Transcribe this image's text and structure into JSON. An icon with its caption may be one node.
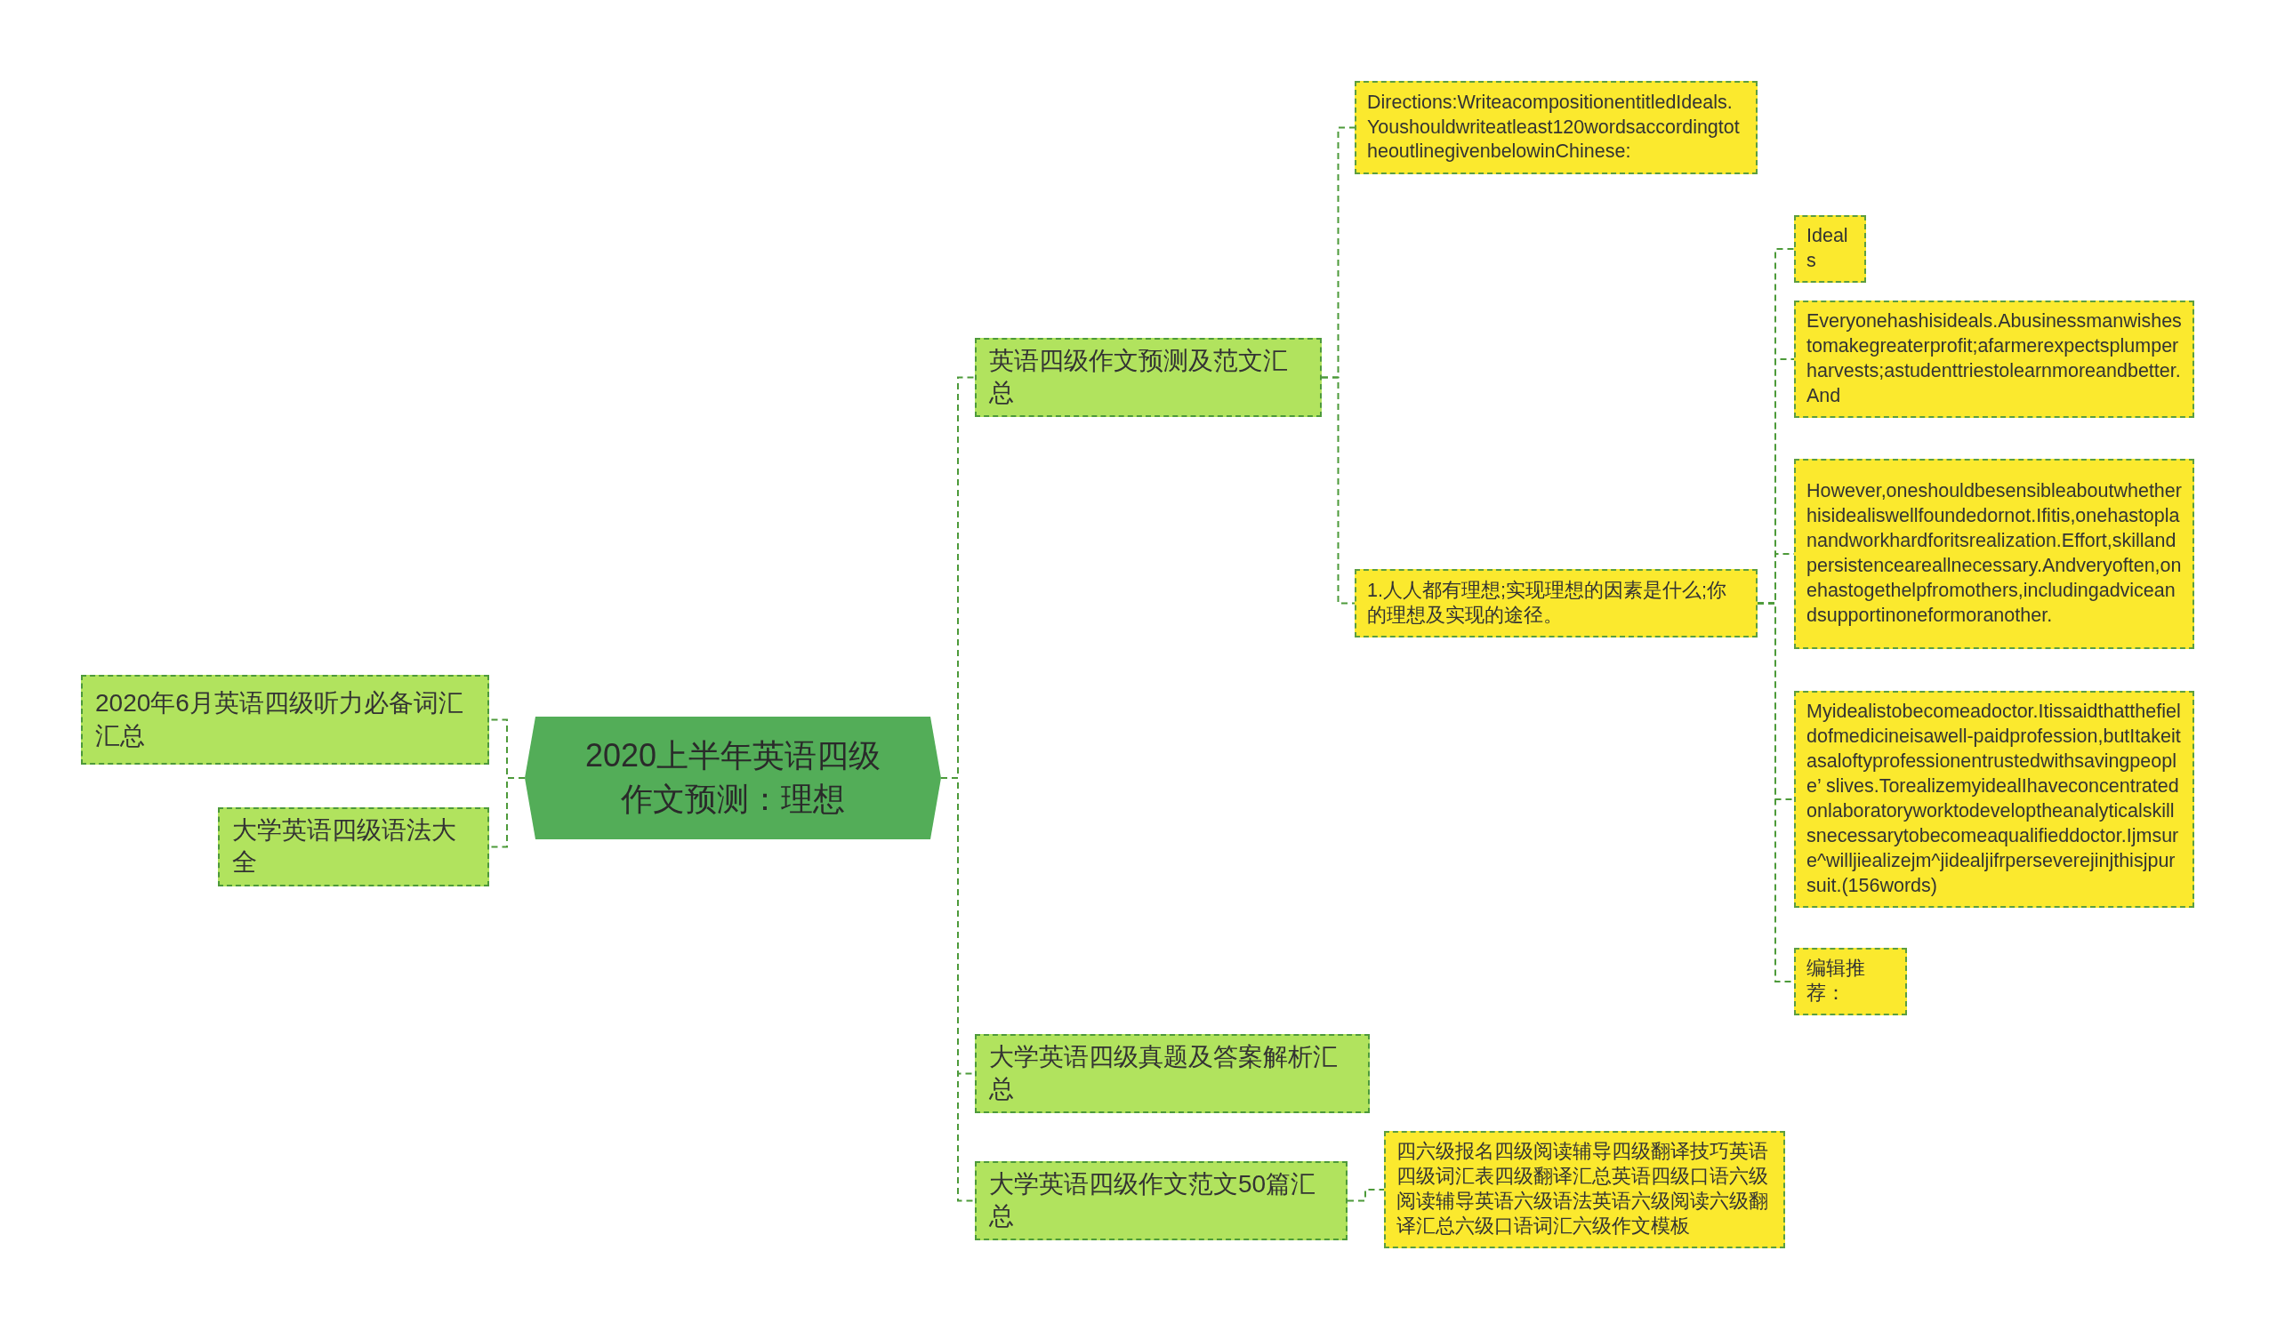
{
  "diagram": {
    "nodes": [
      {
        "text": [
          "2020上半年英语四级作文预测：理想"
        ]
      },
      {
        "text": [
          "2020年6月英语四级听力必备词汇汇总"
        ]
      },
      {
        "text": [
          "大学英语四级语法大全"
        ]
      },
      {
        "text": [
          "英语四级作文预测及范文汇总"
        ]
      },
      {
        "text": [
          "Directions:WriteacompositionentitledIdeals.Youshouldwriteatleast120wordsaccordingtotheoutlinegivenbelowinChinese:"
        ]
      },
      {
        "text": [
          "1.人人都有理想;实现理想的因素是什么;你的理想及实现的途径。"
        ]
      },
      {
        "text": [
          "Ideals"
        ]
      },
      {
        "text": [
          "Everyonehashisideals.Abusinessmanwishestomakegreaterprofit;afarmerexpectsplumperharvests;astudenttriestolearnmoreandbetter.And"
        ]
      },
      {
        "text": [
          "However,oneshouldbesensibleaboutwhetherhisidealiswellfoundedornot.Ifitis,onehastoplanandworkhardforitsrealization.Effort,skillandpersistenceareallnecessary.Andveryoften,onehastogethelpfromothers,includingadviceandsupportinoneformoranother."
        ]
      },
      {
        "text": [
          "Myidealistobecomeadoctor.Itissaidthatthefieldofmedicineisawell-paidprofession,butItakeitasaloftyprofessionentrustedwithsavingpeople’ slives.TorealizemyidealIhaveconcentratedonlaboratoryworktodeveloptheanalyticalskillsnecessarytobecomeaqualifieddoctor.Ijmsure^willjiealizejm^jidealjifrperseverejinjthisjpursuit.(156words)"
        ]
      },
      {
        "text": [
          "编辑推荐："
        ]
      },
      {
        "text": [
          "大学英语四级真题及答案解析汇总"
        ]
      },
      {
        "text": [
          "大学英语四级作文范文50篇汇总"
        ]
      },
      {
        "text": [
          "四六级报名四级阅读辅导四级翻译技巧英语四级词汇表四级翻译汇总英语四级口语六级阅读辅导英语六级语法英语六级阅读六级翻译汇总六级口语词汇六级作文模板"
        ]
      }
    ],
    "edges": [
      {
        "from": 0,
        "to": 1,
        "arrow": "none",
        "style": "dashed"
      },
      {
        "from": 0,
        "to": 2,
        "arrow": "none",
        "style": "dashed"
      },
      {
        "from": 0,
        "to": 3,
        "arrow": "none",
        "style": "dashed"
      },
      {
        "from": 0,
        "to": 11,
        "arrow": "none",
        "style": "dashed"
      },
      {
        "from": 0,
        "to": 12,
        "arrow": "none",
        "style": "dashed"
      },
      {
        "from": 3,
        "to": 4,
        "arrow": "none",
        "style": "dashed"
      },
      {
        "from": 3,
        "to": 5,
        "arrow": "none",
        "style": "dashed"
      },
      {
        "from": 5,
        "to": 6,
        "arrow": "none",
        "style": "dashed"
      },
      {
        "from": 5,
        "to": 7,
        "arrow": "none",
        "style": "dashed"
      },
      {
        "from": 5,
        "to": 8,
        "arrow": "none",
        "style": "dashed"
      },
      {
        "from": 5,
        "to": 9,
        "arrow": "none",
        "style": "dashed"
      },
      {
        "from": 5,
        "to": 10,
        "arrow": "none",
        "style": "dashed"
      },
      {
        "from": 12,
        "to": 13,
        "arrow": "none",
        "style": "dashed"
      }
    ]
  }
}
